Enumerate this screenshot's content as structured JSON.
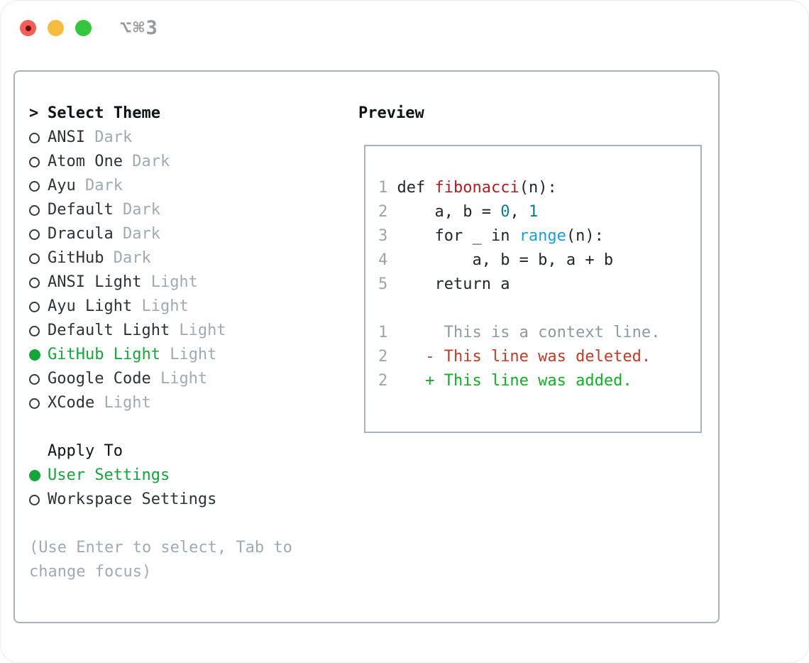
{
  "window": {
    "title": "⌥⌘3"
  },
  "colors": {
    "traffic_red": "#ef6156",
    "traffic_yellow": "#f4bd3e",
    "traffic_green": "#35c63f",
    "panel_border": "#a8b1bc",
    "selection_green": "#16a53a",
    "muted_gray": "#a0aab4",
    "header_black": "#0f1419",
    "item_text": "#2c3238",
    "code": "#21262c",
    "func": "#b01d23",
    "number": "#0c7d87",
    "builtin": "#1d9dd9",
    "context": "#8f99a3",
    "deleted": "#c23a28",
    "added": "#11af27",
    "line_number": "#9aa4b0"
  },
  "theme_panel": {
    "prompt": ">",
    "header": "Select Theme",
    "items": [
      {
        "name": "ANSI",
        "variant": "Dark",
        "selected": false
      },
      {
        "name": "Atom One",
        "variant": "Dark",
        "selected": false
      },
      {
        "name": "Ayu",
        "variant": "Dark",
        "selected": false
      },
      {
        "name": "Default",
        "variant": "Dark",
        "selected": false
      },
      {
        "name": "Dracula",
        "variant": "Dark",
        "selected": false
      },
      {
        "name": "GitHub",
        "variant": "Dark",
        "selected": false
      },
      {
        "name": "ANSI Light",
        "variant": "Light",
        "selected": false
      },
      {
        "name": "Ayu Light",
        "variant": "Light",
        "selected": false
      },
      {
        "name": "Default Light",
        "variant": "Light",
        "selected": false
      },
      {
        "name": "GitHub Light",
        "variant": "Light",
        "selected": true
      },
      {
        "name": "Google Code",
        "variant": "Light",
        "selected": false
      },
      {
        "name": "XCode",
        "variant": "Light",
        "selected": false
      }
    ]
  },
  "apply_to": {
    "header": "Apply To",
    "options": [
      {
        "label": "User Settings",
        "selected": true
      },
      {
        "label": "Workspace Settings",
        "selected": false
      }
    ]
  },
  "help_text": "(Use Enter to select, Tab to change focus)",
  "preview": {
    "header": "Preview",
    "lines": [
      {
        "num": "1",
        "segments": [
          {
            "t": " def ",
            "c": "code"
          },
          {
            "t": "fibonacci",
            "c": "func"
          },
          {
            "t": "(n):",
            "c": "code"
          }
        ]
      },
      {
        "num": "2",
        "segments": [
          {
            "t": "     a, b = ",
            "c": "code"
          },
          {
            "t": "0",
            "c": "number"
          },
          {
            "t": ", ",
            "c": "code"
          },
          {
            "t": "1",
            "c": "number"
          }
        ]
      },
      {
        "num": "3",
        "segments": [
          {
            "t": "     for _ in ",
            "c": "code"
          },
          {
            "t": "range",
            "c": "builtin"
          },
          {
            "t": "(n):",
            "c": "code"
          }
        ]
      },
      {
        "num": "4",
        "segments": [
          {
            "t": "         a, b = b, a + b",
            "c": "code"
          }
        ]
      },
      {
        "num": "5",
        "segments": [
          {
            "t": "     return a",
            "c": "code"
          }
        ]
      },
      {
        "num": "",
        "segments": []
      },
      {
        "num": "1",
        "segments": [
          {
            "t": "      This is a context line.",
            "c": "context"
          }
        ]
      },
      {
        "num": "2",
        "segments": [
          {
            "t": "    - This line was deleted.",
            "c": "deleted"
          }
        ]
      },
      {
        "num": "2",
        "segments": [
          {
            "t": "    + This line was added.",
            "c": "added"
          }
        ]
      }
    ]
  }
}
